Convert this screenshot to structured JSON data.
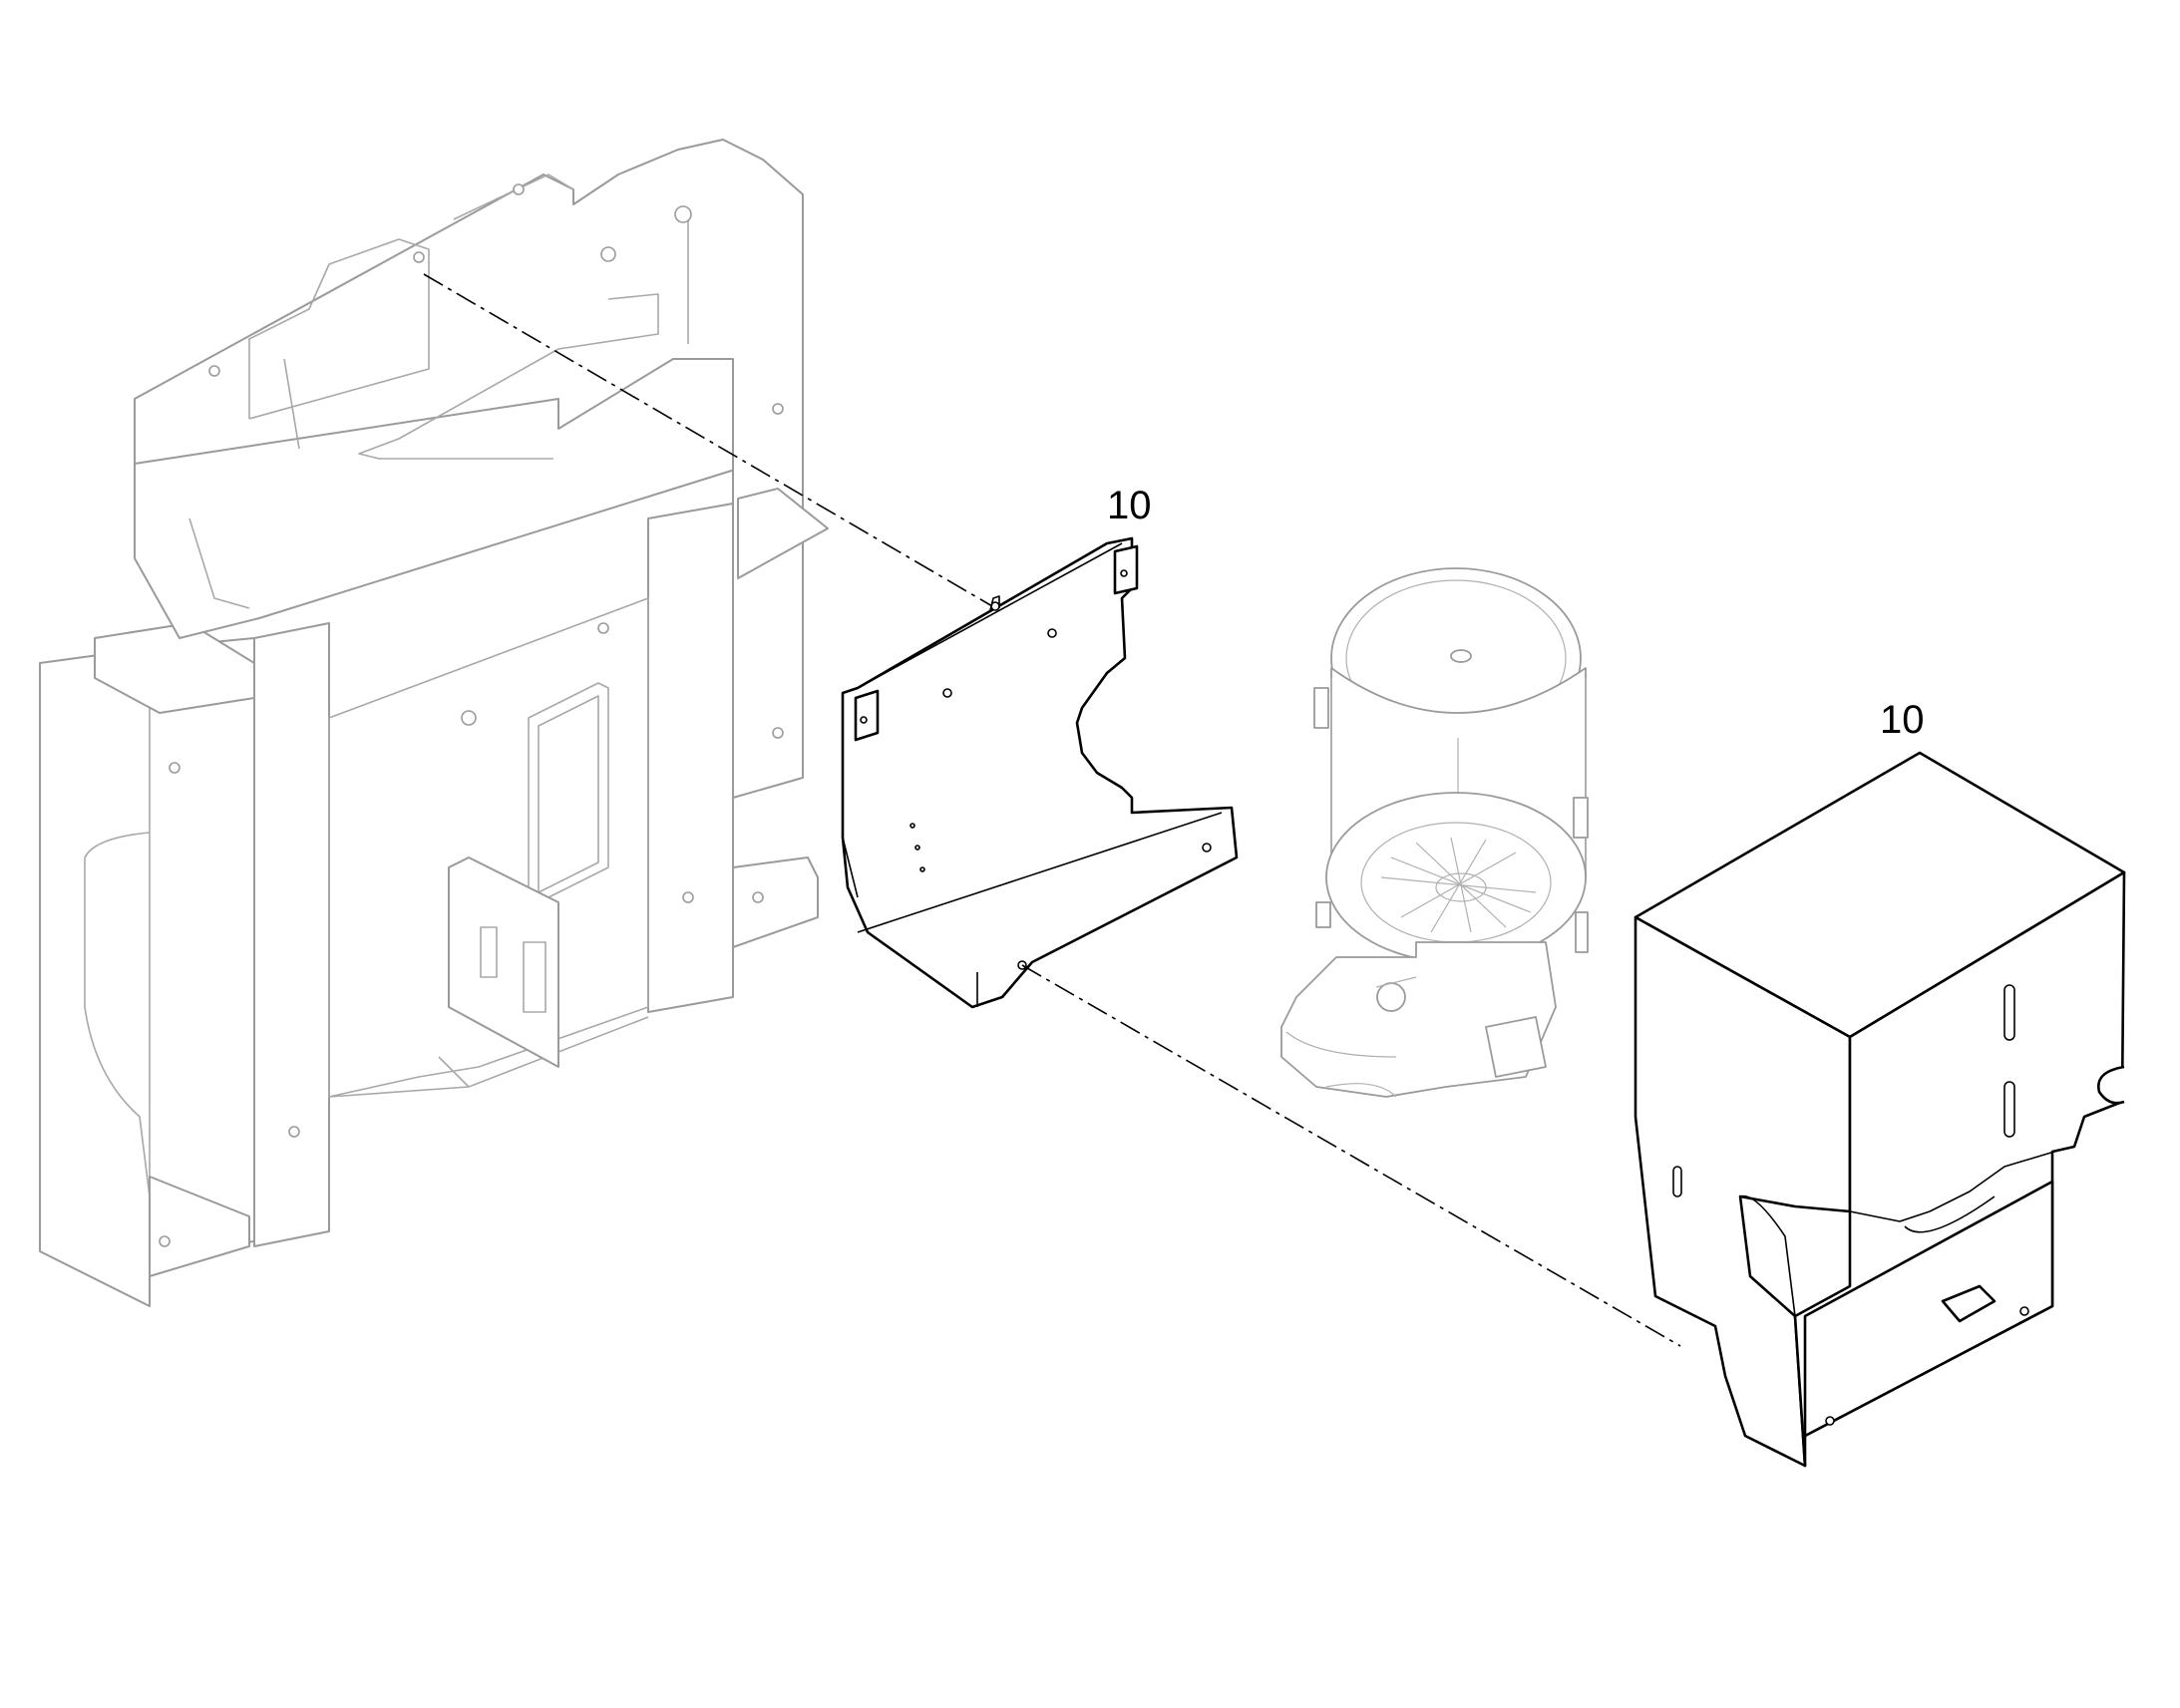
{
  "callouts": [
    {
      "id": "bracket",
      "label": "10"
    },
    {
      "id": "cover",
      "label": "10"
    }
  ],
  "colors": {
    "background": "#ffffff",
    "part_line": "#000000",
    "context_line": "#9a9a9a"
  }
}
